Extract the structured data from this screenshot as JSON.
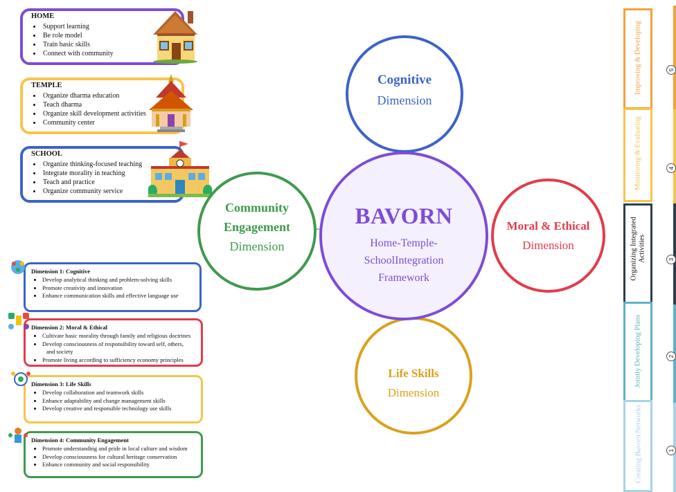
{
  "home": {
    "title": "HOME",
    "items": [
      "Support learning",
      "Be role model",
      "Train basic skills",
      "Connect with community"
    ]
  },
  "temple": {
    "title": "TEMPLE",
    "items": [
      "Organize dharma education",
      "Teach dharma",
      "Organize skill development activities",
      "Community center"
    ]
  },
  "school": {
    "title": "SCHOOL",
    "items": [
      "Organize thinking-focused teaching",
      "Integrate morality in teaching",
      "Teach and practice",
      "Organize community service"
    ]
  },
  "center": {
    "title": "BAVORN",
    "line1": "Home-Temple-",
    "line2": "SchoolIntegration",
    "line3": "Framework"
  },
  "cognitive": {
    "title": "Cognitive",
    "sub": "Dimension"
  },
  "moral": {
    "title": "Moral & Ethical",
    "sub": "Dimension"
  },
  "lifeskills": {
    "title": "Life Skills",
    "sub": "Dimension"
  },
  "community": {
    "title1": "Community",
    "title2": "Engagement",
    "sub": "Dimension"
  },
  "dim1": {
    "title": "Dimension 1: Cognitive",
    "items": [
      "Develop analytical thinking and problem-solving skills",
      "Promote creativity and innovation",
      "Enhance communication skills and effective language use"
    ]
  },
  "dim2": {
    "title": "Dimension 2: Moral & Ethical",
    "items": [
      "Cultivate basic morality through family and religious doctrines",
      "Develop consciousness of responsibility toward self, others,",
      "and society",
      "Promote living according to sufficiency economy principles"
    ]
  },
  "dim3": {
    "title": "Dimension 3: Life Skills",
    "items": [
      "Develop collaboration and teamwork skills",
      "Enhance adaptability and change management skills",
      "Develop creative and responsible technology use skills"
    ]
  },
  "dim4": {
    "title": "Dimension 4: Community Engagement",
    "items": [
      "Promote understanding and pride in local culture and wisdom",
      "Develop consciousness for cultural heritage conservation",
      "Enhance community and social responsibility"
    ]
  },
  "process": {
    "steps": [
      {
        "label": "Improving & Developing",
        "num": "5",
        "color": "#f2a23a"
      },
      {
        "label": "Monitoring & Evaluating",
        "num": "4",
        "color": "#f7c44a"
      },
      {
        "label1": "Organizing Integrated",
        "label2": "Activities",
        "num": "3",
        "color": "#2f3d4a"
      },
      {
        "label": "Jointly Developing Plans",
        "num": "2",
        "color": "#5fb0c8"
      },
      {
        "label": "Creating Bavorn Networks",
        "num": "1",
        "color": "#a8d3e6"
      }
    ]
  },
  "colors": {
    "purple": "#7d4cd6",
    "blue": "#3d63c9",
    "red": "#e23c4a",
    "green": "#3f9a4f",
    "gold": "#d9a21c",
    "orange": "#f2a23a",
    "yellow": "#f7c44a"
  }
}
